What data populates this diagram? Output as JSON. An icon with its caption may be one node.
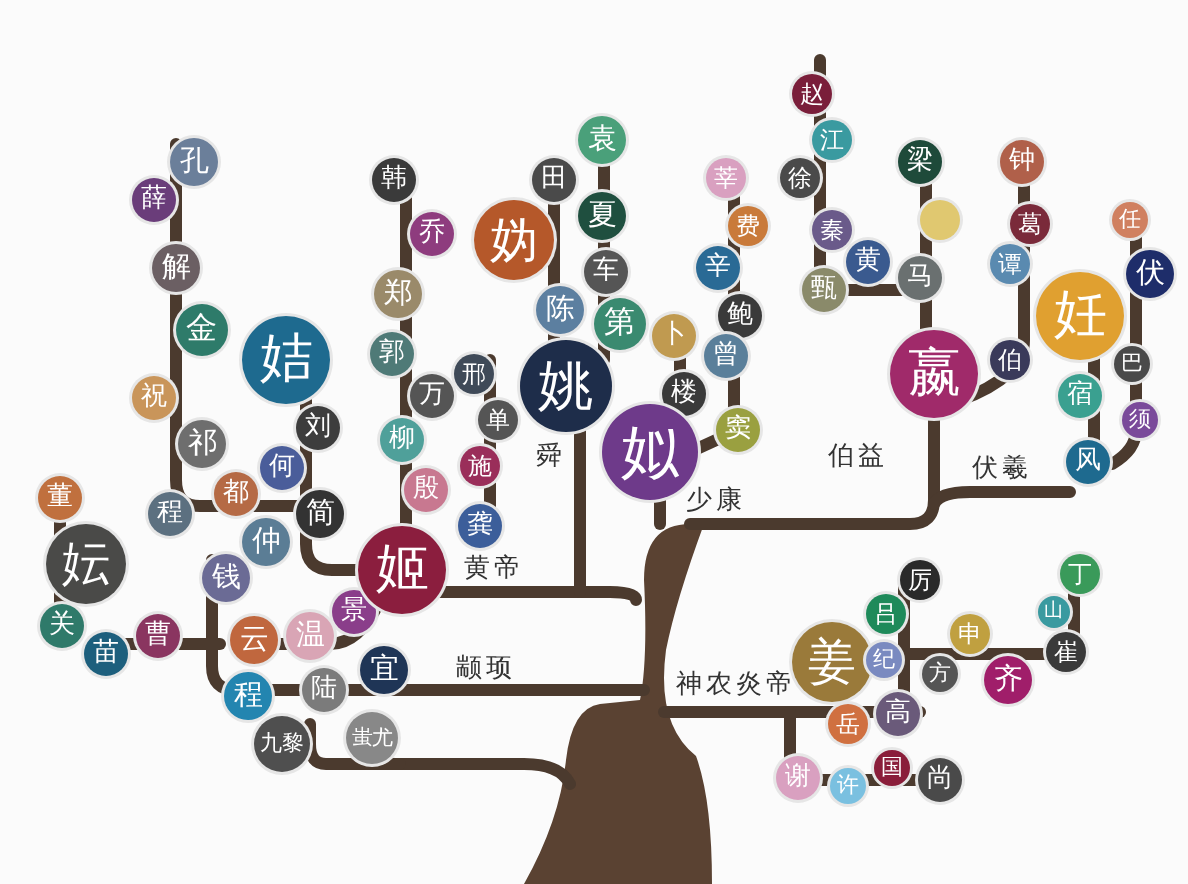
{
  "diagram": {
    "nodes": [
      {
        "text": [
          "孔"
        ]
      },
      {
        "text": [
          "薛"
        ]
      },
      {
        "text": [
          "解"
        ]
      },
      {
        "text": [
          "金"
        ]
      },
      {
        "text": [
          "祝"
        ]
      },
      {
        "text": [
          "姞"
        ]
      },
      {
        "text": [
          "刘"
        ]
      },
      {
        "text": [
          "祁"
        ]
      },
      {
        "text": [
          "何"
        ]
      },
      {
        "text": [
          "都"
        ]
      },
      {
        "text": [
          "程"
        ]
      },
      {
        "text": [
          "简"
        ]
      },
      {
        "text": [
          "仲"
        ]
      },
      {
        "text": [
          "董"
        ]
      },
      {
        "text": [
          "妘"
        ]
      },
      {
        "text": [
          "关"
        ]
      },
      {
        "text": [
          "苗"
        ]
      },
      {
        "text": [
          "曹"
        ]
      },
      {
        "text": [
          "钱"
        ]
      },
      {
        "text": [
          "云"
        ]
      },
      {
        "text": [
          "温"
        ]
      },
      {
        "text": [
          "景"
        ]
      },
      {
        "text": [
          "程"
        ]
      },
      {
        "text": [
          "陆"
        ]
      },
      {
        "text": [
          "九黎"
        ]
      },
      {
        "text": [
          "蚩尤"
        ]
      },
      {
        "text": [
          "姬"
        ]
      },
      {
        "text": [
          "宜"
        ]
      },
      {
        "text": [
          "韩"
        ]
      },
      {
        "text": [
          "乔"
        ]
      },
      {
        "text": [
          "郑"
        ]
      },
      {
        "text": [
          "郭"
        ]
      },
      {
        "text": [
          "万"
        ]
      },
      {
        "text": [
          "邢"
        ]
      },
      {
        "text": [
          "柳"
        ]
      },
      {
        "text": [
          "单"
        ]
      },
      {
        "text": [
          "施"
        ]
      },
      {
        "text": [
          "殷"
        ]
      },
      {
        "text": [
          "龚"
        ]
      },
      {
        "text": [
          "田"
        ]
      },
      {
        "text": [
          "妫"
        ]
      },
      {
        "text": [
          "陈"
        ]
      },
      {
        "text": [
          "姚"
        ]
      },
      {
        "text": [
          "袁"
        ]
      },
      {
        "text": [
          "夏"
        ]
      },
      {
        "text": [
          "车"
        ]
      },
      {
        "text": [
          "第"
        ]
      },
      {
        "text": [
          "卜"
        ]
      },
      {
        "text": [
          "楼"
        ]
      },
      {
        "text": [
          "姒"
        ]
      },
      {
        "text": [
          "窦"
        ]
      },
      {
        "text": [
          "莘"
        ]
      },
      {
        "text": [
          "费"
        ]
      },
      {
        "text": [
          "辛"
        ]
      },
      {
        "text": [
          "鲍"
        ]
      },
      {
        "text": [
          "曾"
        ]
      },
      {
        "text": [
          "赵"
        ]
      },
      {
        "text": [
          "江"
        ]
      },
      {
        "text": [
          "徐"
        ]
      },
      {
        "text": [
          "秦"
        ]
      },
      {
        "text": [
          "黄"
        ]
      },
      {
        "text": [
          "甄"
        ]
      },
      {
        "text": [
          "马"
        ]
      },
      {
        "text": [
          "梁"
        ]
      },
      {
        "text": [],
        "shape": "circle"
      },
      {
        "text": [
          "嬴"
        ]
      },
      {
        "text": [
          "伯"
        ]
      },
      {
        "text": [
          "钟"
        ]
      },
      {
        "text": [
          "葛"
        ]
      },
      {
        "text": [
          "谭"
        ]
      },
      {
        "text": [
          "妊"
        ]
      },
      {
        "text": [
          "任"
        ]
      },
      {
        "text": [
          "伏"
        ]
      },
      {
        "text": [
          "巴"
        ]
      },
      {
        "text": [
          "宿"
        ]
      },
      {
        "text": [
          "须"
        ]
      },
      {
        "text": [
          "风"
        ]
      },
      {
        "text": [
          "厉"
        ]
      },
      {
        "text": [
          "吕"
        ]
      },
      {
        "text": [
          "申"
        ]
      },
      {
        "text": [
          "姜"
        ]
      },
      {
        "text": [
          "纪"
        ]
      },
      {
        "text": [
          "方"
        ]
      },
      {
        "text": [
          "齐"
        ]
      },
      {
        "text": [
          "丁"
        ]
      },
      {
        "text": [
          "山"
        ]
      },
      {
        "text": [
          "崔"
        ]
      },
      {
        "text": [
          "高"
        ]
      },
      {
        "text": [
          "岳"
        ]
      },
      {
        "text": [
          "谢"
        ]
      },
      {
        "text": [
          "许"
        ]
      },
      {
        "text": [
          "国"
        ]
      },
      {
        "text": [
          "尚"
        ]
      }
    ],
    "labels": [
      "伯益",
      "伏羲",
      "舜",
      "少康",
      "黄帝",
      "颛顼",
      "神农炎帝"
    ]
  }
}
